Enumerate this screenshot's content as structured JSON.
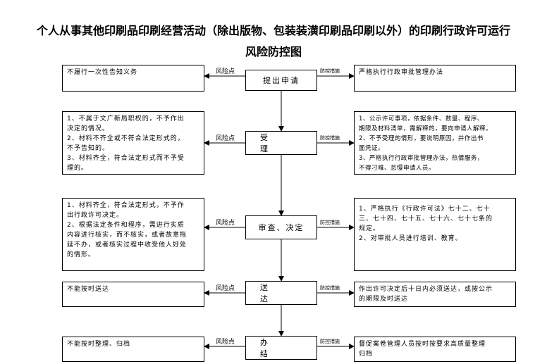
{
  "title": {
    "line1": "个人从事其他印刷品印刷经营活动（除出版物、包装装潢印刷品印刷以外）的印刷行政许可运行",
    "line2": "风险防控图"
  },
  "labels": {
    "risk_point": "风险点",
    "control_measure": "防控措施"
  },
  "steps": [
    {
      "name": "提出申请",
      "risk": [
        "不履行一次性告知义务"
      ],
      "measures": [
        "严格执行行政审批管理办法"
      ]
    },
    {
      "name": "受 理",
      "risk": [
        "1、不属于文广新局职权的，不予作出",
        "决定的情况。",
        "2、材料不齐全或不符合法定形式的，",
        "不予告知的。",
        "3、材料齐全，符合法定形式而不予受",
        "理的。"
      ],
      "measures": [
        "1、公示许可事项，依据条件、数量、程序、",
        "期限及材料清单，需解释的，要向申请人解释。",
        "2、不予受理的情形，要说明原因，并作出书",
        "面凭证。",
        "3、严格执行行政审批管理办法，热情服务，",
        "不得刁难、怠慢申请人员。"
      ]
    },
    {
      "name": "审查、决定",
      "risk": [
        "1、材料齐全，符合法定形式，不予作",
        "出行政许可决定。",
        "2、根据法定条件和程序，需进行实质",
        "内容进行核实，而不核实，或者故意拖",
        "延不办，或者核实过程中收受他人好处",
        "的情形。"
      ],
      "measures": [
        "1、严格执行《行政许可法》七十二、七十",
        "三、七十四、七十五、七十六、七十七条的",
        "规定。",
        "2、对审批人员进行培训、教育。"
      ]
    },
    {
      "name": "送 达",
      "risk": [
        "不能按时送达"
      ],
      "measures": [
        "作出许可决定后十日内必须送达，或按公示",
        "的期限及时送达"
      ]
    },
    {
      "name": "办 结",
      "risk": [
        "不能按时整理、归档"
      ],
      "measures": [
        "督促案卷管理人员按时按要求高质量整理",
        "归档"
      ]
    }
  ]
}
